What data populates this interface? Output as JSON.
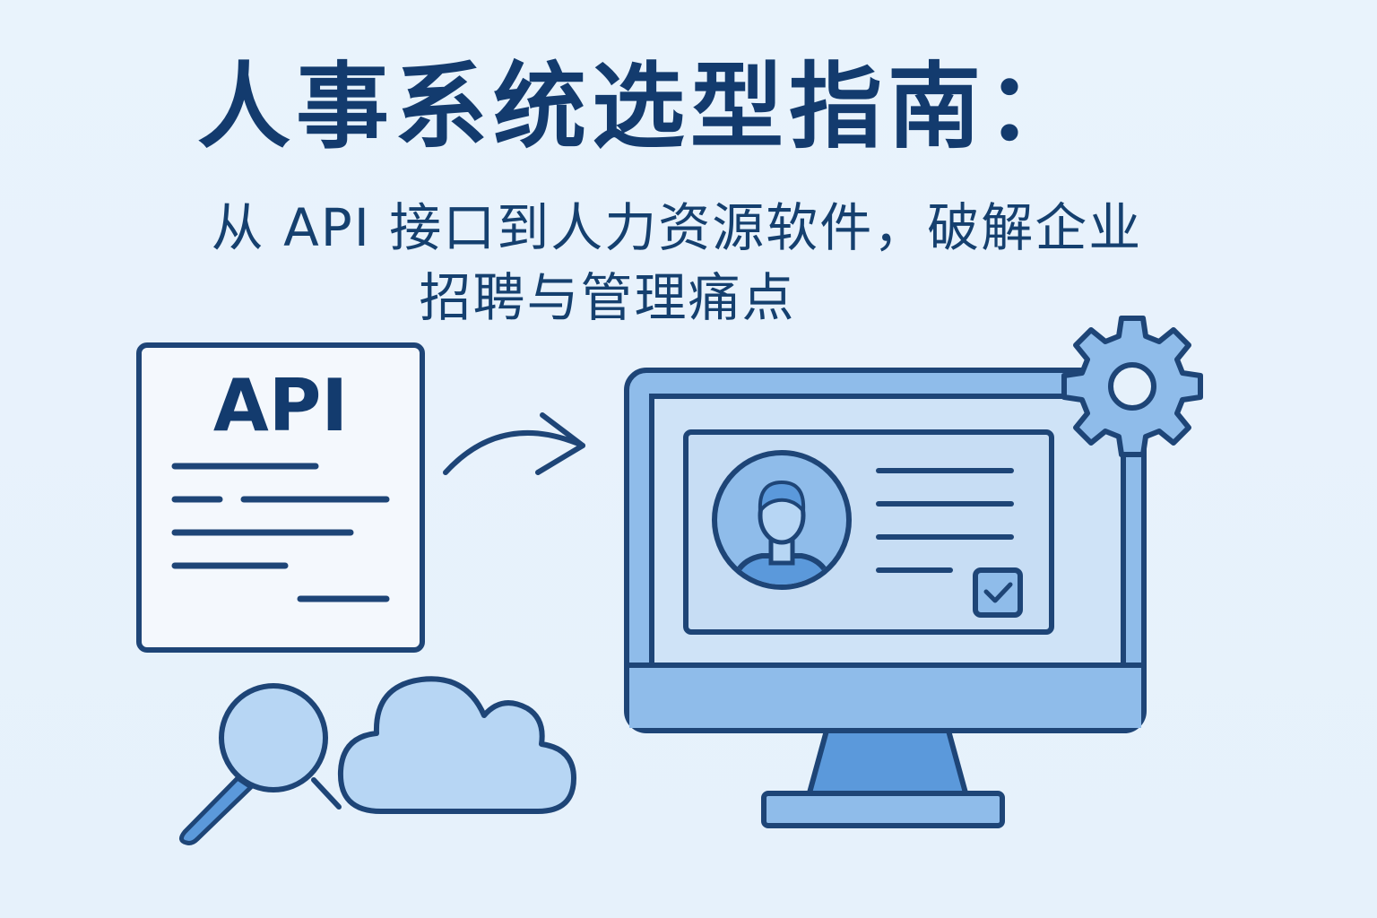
{
  "header": {
    "title": "人事系统选型指南：",
    "subtitle_line1": "从 API 接口到人力资源软件，破解企业",
    "subtitle_line2": "招聘与管理痛点"
  },
  "document": {
    "label": "API",
    "icon": "api-document-icon"
  },
  "icons": {
    "arrow": "curved-arrow-icon",
    "monitor": "monitor-icon",
    "gear": "gear-icon",
    "profile": "user-avatar-icon",
    "checkbox": "checkbox-checked-icon",
    "search": "magnifier-icon",
    "cloud": "cloud-icon"
  },
  "colors": {
    "background": "#e8f2fc",
    "navy": "#133b6e",
    "stroke": "#1e4577",
    "light_blue": "#b7d6f4",
    "mid_blue": "#8fbcea",
    "accent_blue": "#5b99db",
    "white": "#f3f8fd"
  }
}
